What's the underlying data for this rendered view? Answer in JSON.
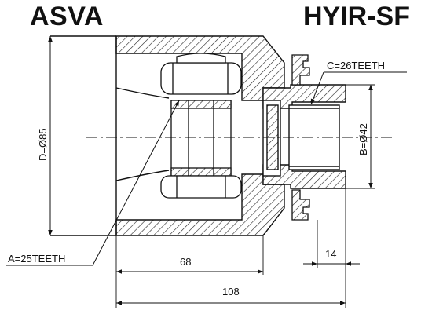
{
  "header": {
    "brand": "ASVA",
    "part_number": "HYIR-SF"
  },
  "dimensions": {
    "a_label": "A=25TEETH",
    "b_label": "B=Ø42",
    "c_label": "C=26TEETH",
    "d_label": "D=Ø85",
    "len_68": "68",
    "len_14": "14",
    "len_108": "108"
  },
  "colors": {
    "line": "#111111",
    "hatch": "#222222",
    "background": "#ffffff"
  }
}
